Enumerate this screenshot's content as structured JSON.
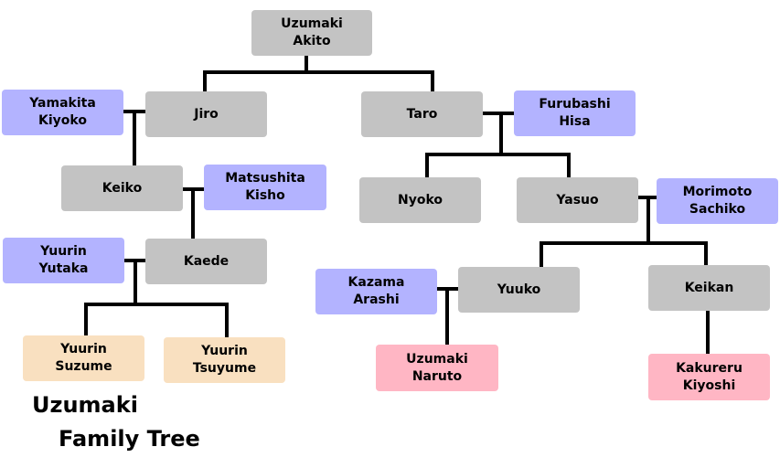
{
  "title": {
    "line1": "Uzumaki",
    "line2": "Family Tree"
  },
  "colors": {
    "blood": "#c3c3c3",
    "spouse": "#b3b3ff",
    "gen_peach": "#f9e0c0",
    "gen_pink": "#ffb6c4",
    "line": "#000000"
  },
  "nodes": {
    "akito": {
      "line1": "Uzumaki",
      "line2": "Akito"
    },
    "jiro": {
      "line1": "Jiro"
    },
    "taro": {
      "line1": "Taro"
    },
    "kiyoko": {
      "line1": "Yamakita",
      "line2": "Kiyoko"
    },
    "hisa": {
      "line1": "Furubashi",
      "line2": "Hisa"
    },
    "keiko": {
      "line1": "Keiko"
    },
    "kisho": {
      "line1": "Matsushita",
      "line2": "Kisho"
    },
    "nyoko": {
      "line1": "Nyoko"
    },
    "yasuo": {
      "line1": "Yasuo"
    },
    "sachiko": {
      "line1": "Morimoto",
      "line2": "Sachiko"
    },
    "yutaka": {
      "line1": "Yuurin",
      "line2": "Yutaka"
    },
    "kaede": {
      "line1": "Kaede"
    },
    "arashi": {
      "line1": "Kazama",
      "line2": "Arashi"
    },
    "yuuko": {
      "line1": "Yuuko"
    },
    "keikan": {
      "line1": "Keikan"
    },
    "suzume": {
      "line1": "Yuurin",
      "line2": "Suzume"
    },
    "tsuyume": {
      "line1": "Yuurin",
      "line2": "Tsuyume"
    },
    "naruto": {
      "line1": "Uzumaki",
      "line2": "Naruto"
    },
    "kiyoshi": {
      "line1": "Kakureru",
      "line2": "Kiyoshi"
    }
  }
}
